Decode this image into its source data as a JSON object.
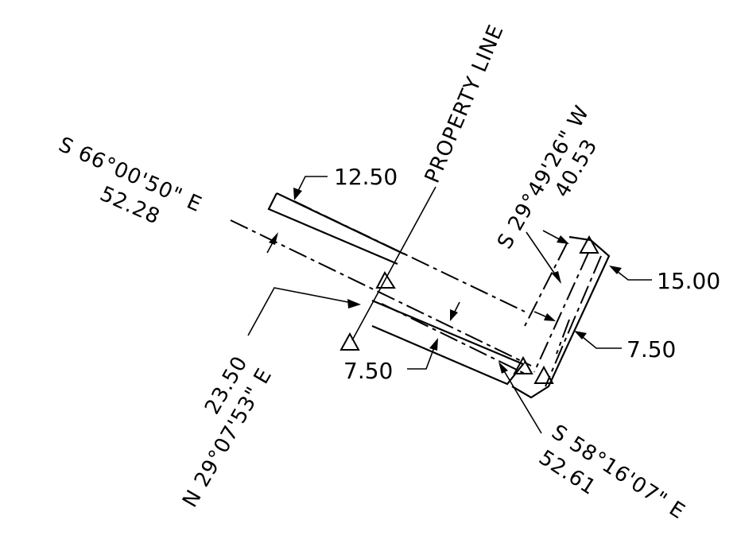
{
  "drawing": {
    "property_line_label": "PROPERTY LINE",
    "bearings": {
      "top_left_bearing": "S 66°00'50\" E",
      "top_left_distance": "52.28",
      "top_right_bearing": "S 29°49'26\" W",
      "top_right_distance": "40.53",
      "bottom_left_bearing": "N 29°07'53\" E",
      "bottom_left_distance": "23.50",
      "bottom_right_bearing": "S 58°16'07\" E",
      "bottom_right_distance": "52.61"
    },
    "dimensions": {
      "width_top": "12.50",
      "width_right": "15.00",
      "offset_right": "7.50",
      "offset_left": "7.50"
    }
  }
}
